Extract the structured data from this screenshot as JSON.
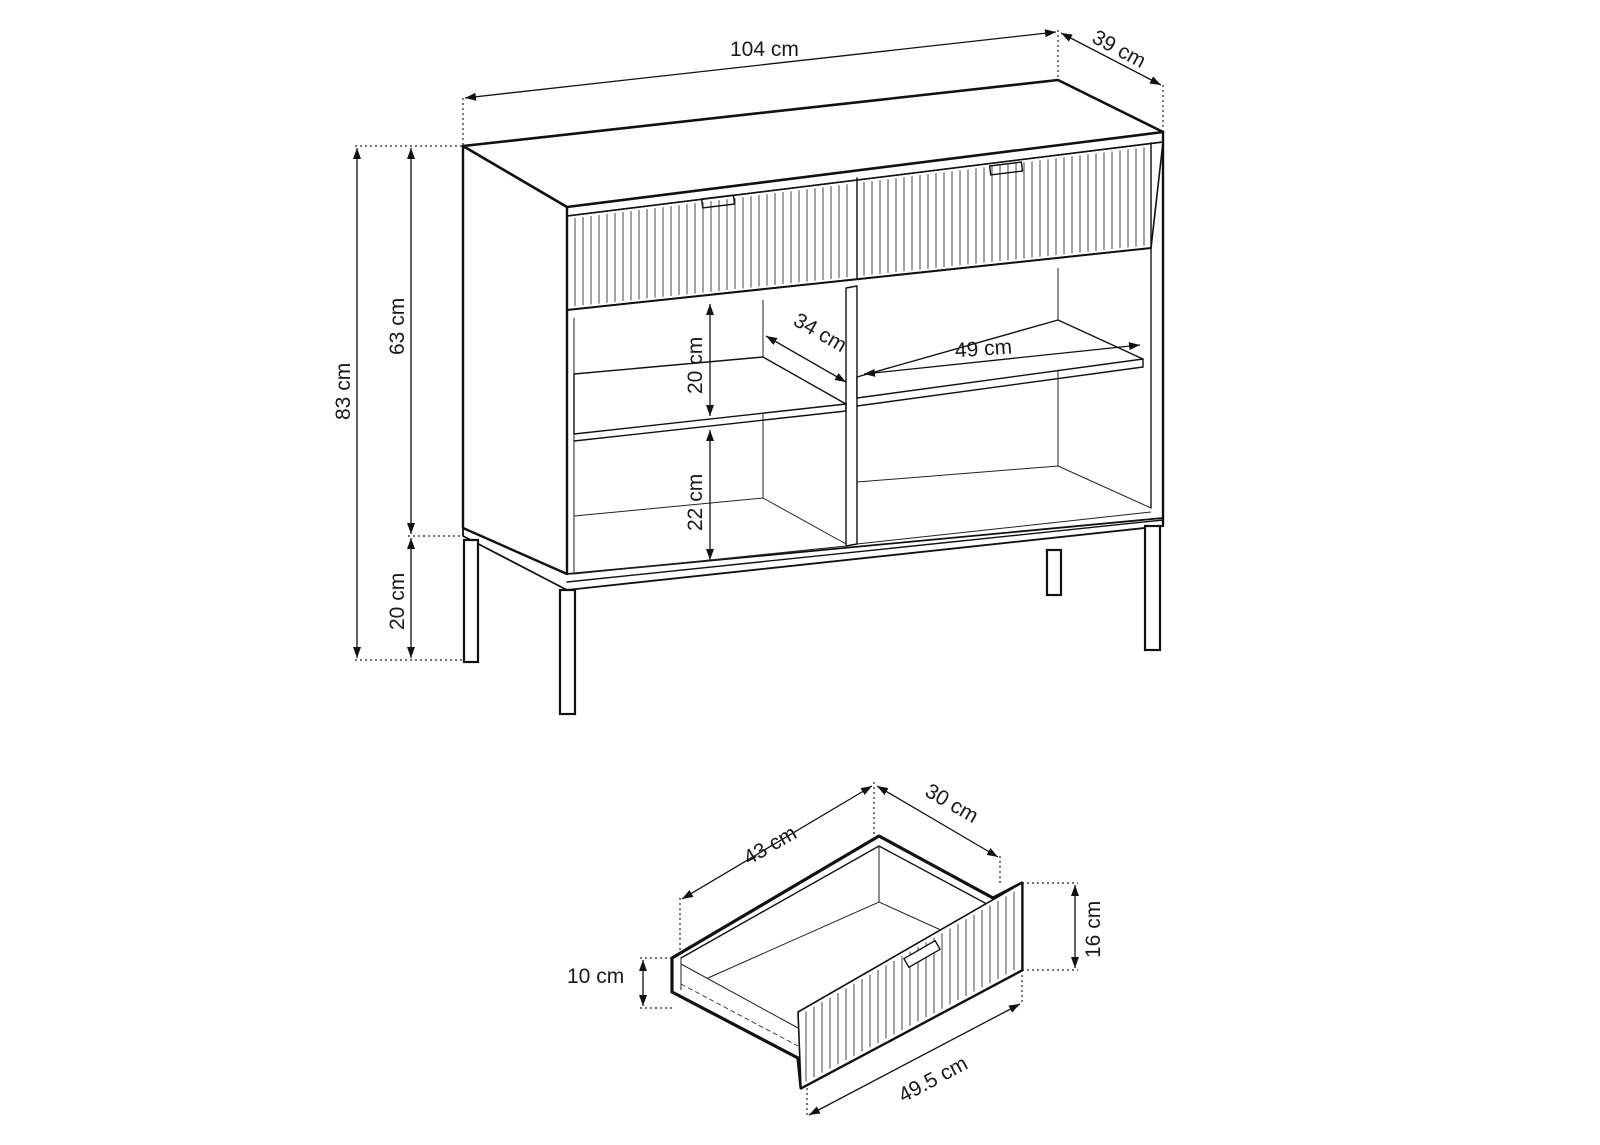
{
  "sideboard": {
    "dimensions": {
      "width": "104 cm",
      "depth": "39 cm",
      "total_height": "83 cm",
      "body_height": "63 cm",
      "leg_height": "20 cm",
      "shelf_depth": "34 cm",
      "shelf_width": "49 cm",
      "upper_compartment_height": "20 cm",
      "lower_compartment_height": "22 cm"
    }
  },
  "drawer": {
    "dimensions": {
      "inner_depth": "43 cm",
      "side_depth": "30 cm",
      "front_height": "16 cm",
      "side_height": "10 cm",
      "front_width": "49.5 cm"
    }
  }
}
